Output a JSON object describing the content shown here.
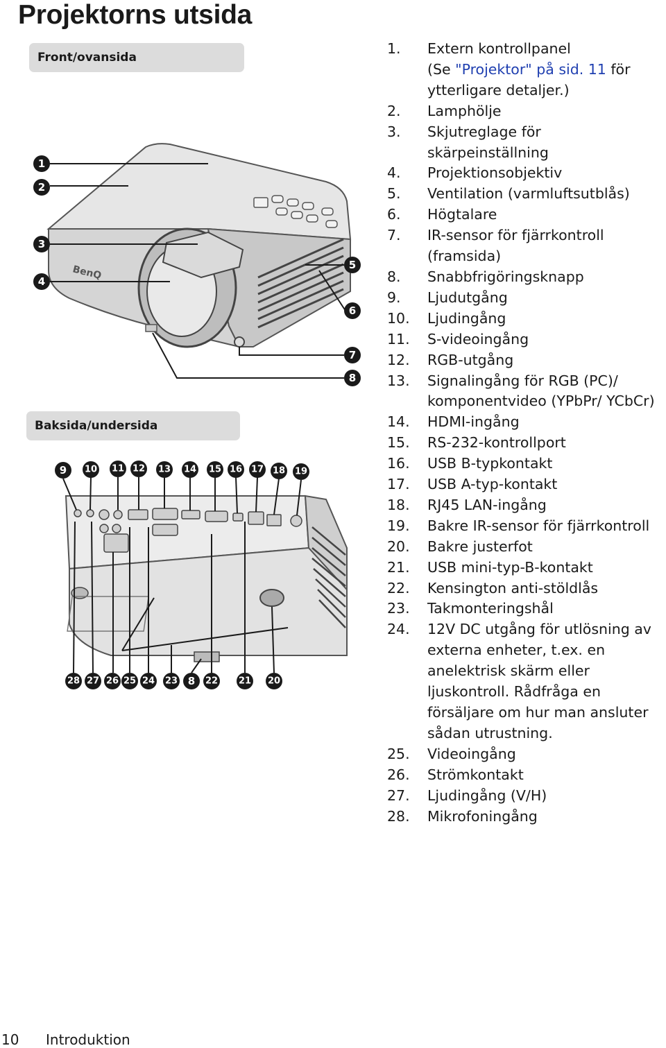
{
  "page_title": "Projektorns utsida",
  "sections": {
    "front": "Front/ovansida",
    "back": "Baksida/undersida"
  },
  "front_callouts": [
    "1",
    "2",
    "3",
    "4",
    "5",
    "6",
    "7",
    "8"
  ],
  "back_callouts_top": [
    "9",
    "10",
    "11",
    "12",
    "13",
    "14",
    "15",
    "16",
    "17",
    "18",
    "19"
  ],
  "back_callouts_bottom": [
    "28",
    "27",
    "26",
    "25",
    "24",
    "23",
    "8",
    "22",
    "21",
    "20"
  ],
  "logo_text": "BenQ",
  "item1": {
    "num": "1.",
    "line1": "Extern kontrollpanel",
    "line2_pre": "(Se ",
    "line2_link": "\"Projektor\" på sid. 11",
    "line2_post": " för",
    "line3": "ytterligare detaljer.)"
  },
  "items": [
    {
      "num": "2.",
      "text": "Lamphölje"
    },
    {
      "num": "3.",
      "text": "Skjutreglage för skärpeinställning"
    },
    {
      "num": "4.",
      "text": "Projektionsobjektiv"
    },
    {
      "num": "5.",
      "text": "Ventilation (varmluftsutblås)"
    },
    {
      "num": "6.",
      "text": "Högtalare"
    },
    {
      "num": "7.",
      "text": "IR-sensor för fjärrkontroll (framsida)"
    },
    {
      "num": "8.",
      "text": "Snabbfrigöringsknapp"
    },
    {
      "num": "9.",
      "text": "Ljudutgång"
    },
    {
      "num": "10.",
      "text": "Ljudingång"
    },
    {
      "num": "11.",
      "text": "S-videoingång"
    },
    {
      "num": "12.",
      "text": "RGB-utgång"
    },
    {
      "num": "13.",
      "text": "Signalingång för RGB (PC)/ komponentvideo (YPbPr/ YCbCr)"
    },
    {
      "num": "14.",
      "text": "HDMI-ingång"
    },
    {
      "num": "15.",
      "text": "RS-232-kontrollport"
    },
    {
      "num": "16.",
      "text": "USB B-typkontakt"
    },
    {
      "num": "17.",
      "text": "USB A-typ-kontakt"
    },
    {
      "num": "18.",
      "text": "RJ45 LAN-ingång"
    },
    {
      "num": "19.",
      "text": "Bakre IR-sensor för fjärrkontroll"
    },
    {
      "num": "20.",
      "text": "Bakre justerfot"
    },
    {
      "num": "21.",
      "text": "USB mini-typ-B-kontakt"
    },
    {
      "num": "22.",
      "text": "Kensington anti-stöldlås"
    },
    {
      "num": "23.",
      "text": "Takmonteringshål"
    },
    {
      "num": "24.",
      "text": "12V DC utgång för utlösning av externa enheter, t.ex. en anelektrisk skärm eller ljuskontroll. Rådfråga en försäljare om hur man ansluter sådan utrustning."
    },
    {
      "num": "25.",
      "text": "Videoingång"
    },
    {
      "num": "26.",
      "text": "Strömkontakt"
    },
    {
      "num": "27.",
      "text": "Ljudingång (V/H)"
    },
    {
      "num": "28.",
      "text": "Mikrofoningång"
    }
  ],
  "footer": {
    "page_number": "10",
    "chapter": "Introduktion"
  }
}
